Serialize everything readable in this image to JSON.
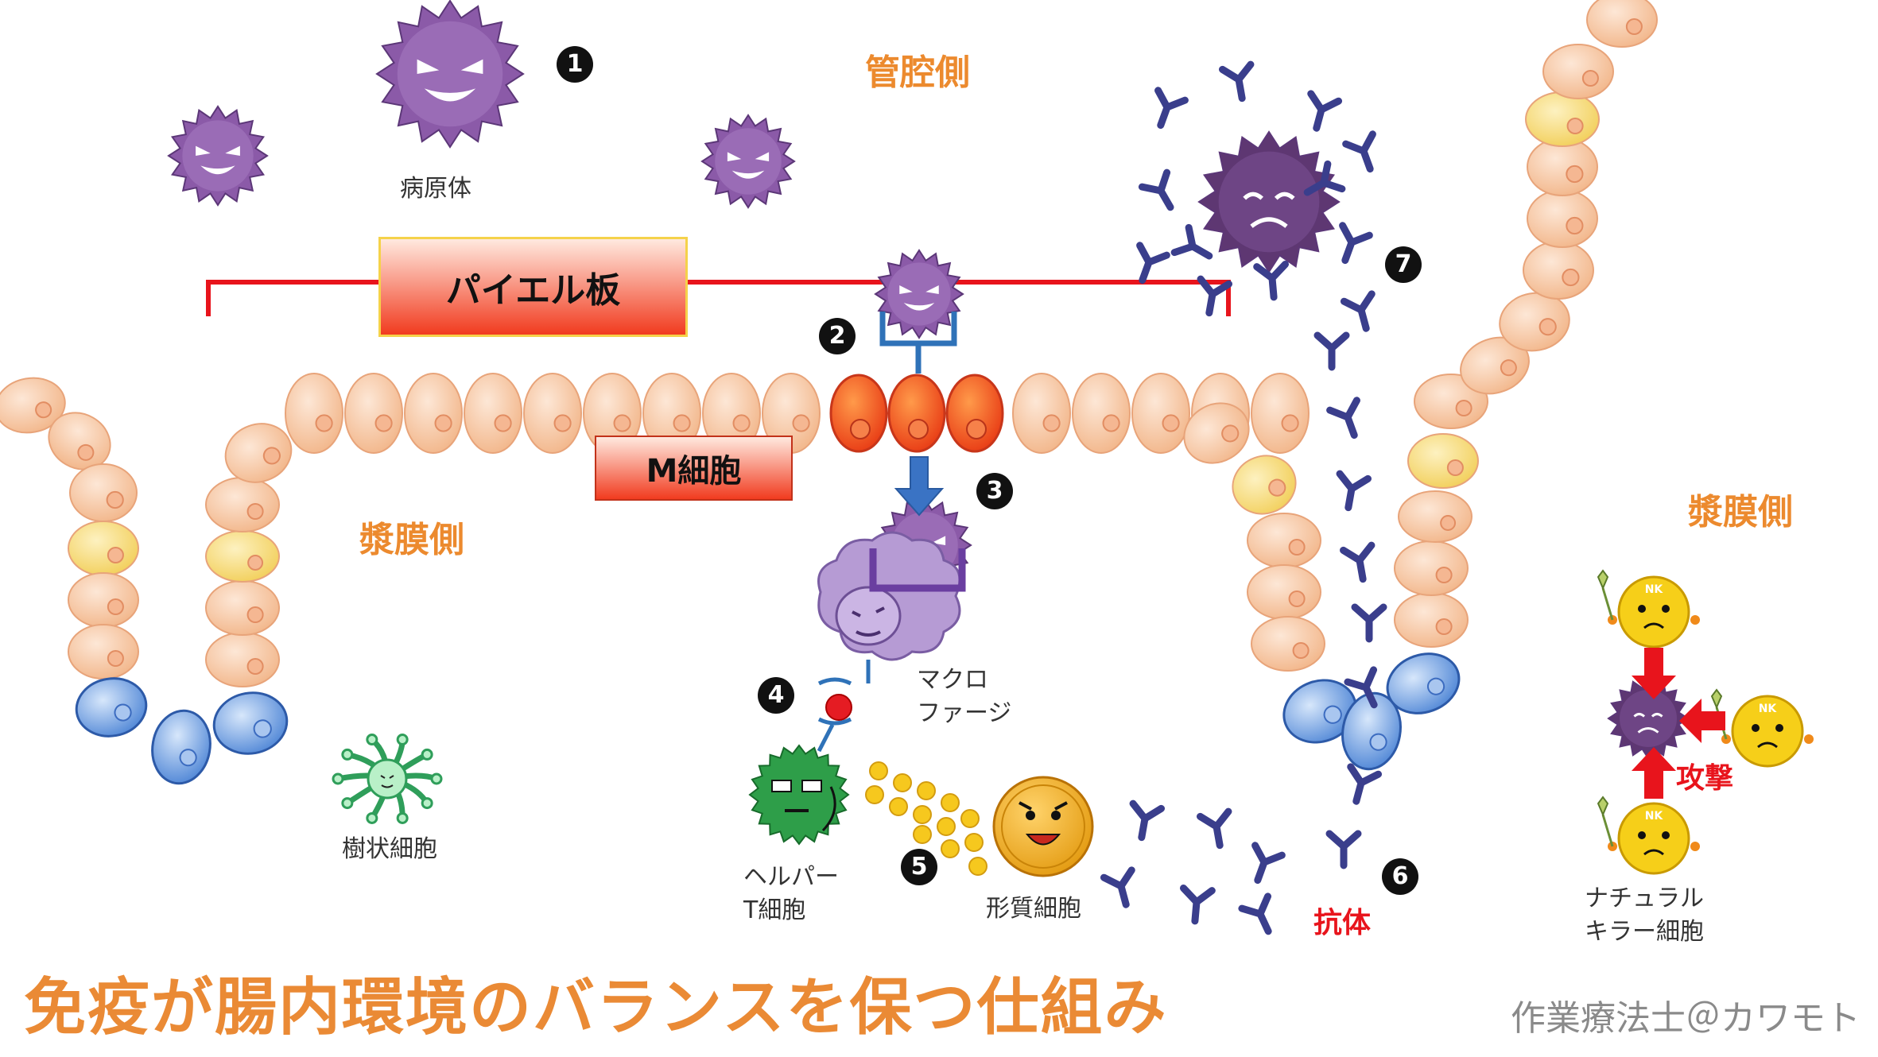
{
  "labels": {
    "lumen_side": "管腔側",
    "serosa_side_left": "漿膜側",
    "serosa_side_right": "漿膜側",
    "pathogen": "病原体",
    "peyer_patch": "パイエル板",
    "m_cell": "M細胞",
    "macrophage_line1": "マクロ",
    "macrophage_line2": "ファージ",
    "dendritic_cell": "樹状細胞",
    "helper_t_line1": "ヘルパー",
    "helper_t_line2": "T細胞",
    "plasma_cell": "形質細胞",
    "antibody": "抗体",
    "nk_line1": "ナチュラル",
    "nk_line2": "キラー細胞",
    "attack": "攻撃",
    "nk_badge": "NK"
  },
  "steps": [
    "1",
    "2",
    "3",
    "4",
    "5",
    "6",
    "7"
  ],
  "title": "免疫が腸内環境のバランスを保つ仕組み",
  "credit": "作業療法士＠カワモト",
  "colors": {
    "accent_orange": "#ec8a2e",
    "pathogen_purple": "#8b5aa8",
    "cell_peach": "#f6c7a1",
    "cell_yellow": "#f7dc84",
    "m_cell_red": "#f0582a",
    "antibody_navy": "#3a3e8c",
    "helper_green": "#2e9e49",
    "plasma_gold": "#f0a818",
    "alert_red": "#e8141c"
  },
  "icons": [
    "pathogen-icon",
    "antibody-icon",
    "m-cell-icon",
    "macrophage-icon",
    "dendritic-cell-icon",
    "helper-t-cell-icon",
    "plasma-cell-icon",
    "nk-cell-icon",
    "arrow-down-icon",
    "attack-arrow-icon"
  ]
}
